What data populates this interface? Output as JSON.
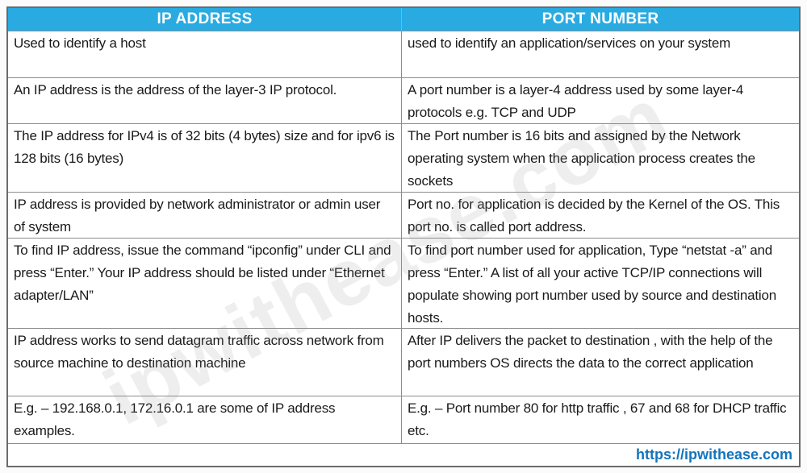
{
  "colors": {
    "header_bg": "#29ABE2",
    "header_text": "#FFFFFF",
    "link": "#1274BC",
    "grid_line": "#8c8c8c"
  },
  "watermark": {
    "text": "ipwithease.com"
  },
  "footer": {
    "link": "https://ipwithease.com"
  },
  "table": {
    "headers": [
      {
        "label": "IP ADDRESS"
      },
      {
        "label": "PORT NUMBER"
      }
    ],
    "rows": [
      {
        "ip": "Used to identify a host",
        "port": "used to identify an application/services on your system"
      },
      {
        "ip": "An IP address is the address of the layer-3 IP protocol.",
        "port": "A port number is a layer-4 address used by some layer-4 protocols e.g. TCP and UDP"
      },
      {
        "ip": "The IP address for IPv4 is of 32 bits (4 bytes) size and for ipv6 is 128 bits (16 bytes)",
        "port": "The Port number is 16 bits and assigned by the Network operating system when the application process creates the sockets"
      },
      {
        "ip": "IP address is provided by network administrator or admin user of system",
        "port": "Port no. for application is decided by the Kernel of the OS. This port no. is called port address."
      },
      {
        "ip": "To find IP address, issue the command “ipconfig” under CLI and press “Enter.” Your IP address should be listed under “Ethernet adapter/LAN”",
        "port": "To find port number used for application, Type “netstat -a” and press “Enter.” A list of all your active TCP/IP connections will populate showing port number used by source and destination hosts."
      },
      {
        "ip": "IP address works to send datagram traffic across network from source machine to destination machine",
        "port": "After IP delivers the packet to destination , with the help of the port numbers OS directs the data to the correct application"
      },
      {
        "ip": "E.g. – 192.168.0.1, 172.16.0.1 are some of IP address examples.",
        "port": "E.g. – Port number 80 for http traffic , 67 and 68 for DHCP traffic etc."
      }
    ]
  }
}
